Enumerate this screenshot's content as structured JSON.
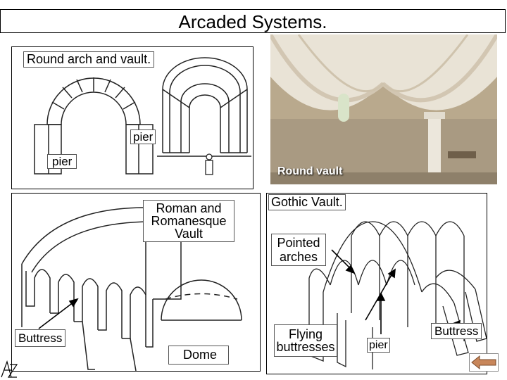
{
  "slide": {
    "title": "Arcaded Systems.",
    "labels": {
      "round_arch": "Round arch and vault.",
      "pier_upper": "pier",
      "pier_left": "pier",
      "round_vault": "Round vault",
      "roman_vault": "Roman and Romanesque Vault",
      "gothic_vault": "Gothic Vault.",
      "pointed_arches": "Pointed arches",
      "buttress_left": "Buttress",
      "dome": "Dome",
      "flying_buttresses": "Flying buttresses",
      "pier_right": "pier",
      "buttress_right": "Buttress"
    },
    "colors": {
      "back_button": "#c8865a",
      "photo_wall": "#c4b59a",
      "photo_vault": "#e9e3d6"
    },
    "icons": {
      "back": "left-arrow-icon",
      "signature": "signature-mark"
    }
  }
}
